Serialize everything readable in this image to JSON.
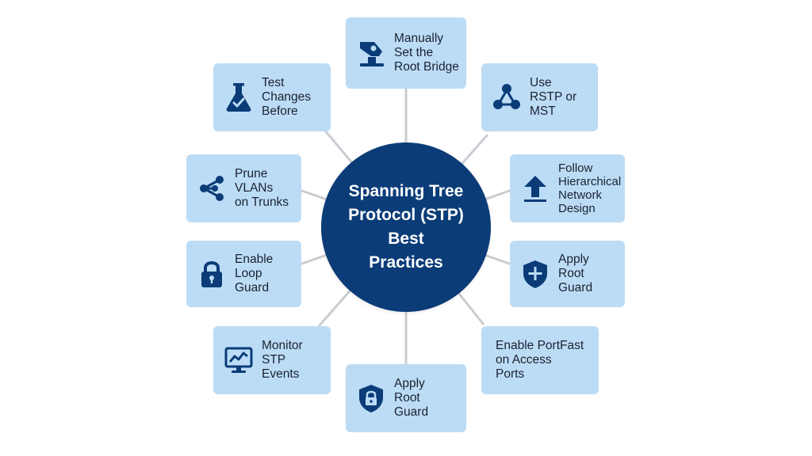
{
  "hub": {
    "title": "Spanning Tree\nProtocol (STP)\nBest\nPractices"
  },
  "nodes": [
    {
      "id": "root-bridge",
      "label": "Manually\nSet the\nRoot Bridge",
      "icon": "hand-pointer-icon"
    },
    {
      "id": "rstp-mst",
      "label": "Use\nRSTP or\nMST",
      "icon": "network-topology-icon"
    },
    {
      "id": "hierarchical",
      "label": "Follow\nHierarchical\nNetwork\nDesign",
      "icon": "upload-arrow-icon"
    },
    {
      "id": "root-guard-right",
      "label": "Apply\nRoot\nGuard",
      "icon": "shield-plus-icon"
    },
    {
      "id": "portfast",
      "label": "Enable PortFast\non Access\nPorts",
      "icon": ""
    },
    {
      "id": "root-guard-bottom",
      "label": "Apply\nRoot\nGuard",
      "icon": "shield-lock-icon"
    },
    {
      "id": "monitor",
      "label": "Monitor\nSTP\nEvents",
      "icon": "monitor-chart-icon"
    },
    {
      "id": "loop-guard",
      "label": "Enable\nLoop\nGuard",
      "icon": "padlock-icon"
    },
    {
      "id": "prune-vlans",
      "label": "Prune\nVLANs\non Trunks",
      "icon": "share-nodes-icon"
    },
    {
      "id": "test-changes",
      "label": "Test\nChanges\nBefore",
      "icon": "flask-icon"
    }
  ],
  "colors": {
    "hub": "#0b3c78",
    "card": "#bcdcf6",
    "icon": "#0b3c78",
    "connector": "#c9cdd2"
  }
}
